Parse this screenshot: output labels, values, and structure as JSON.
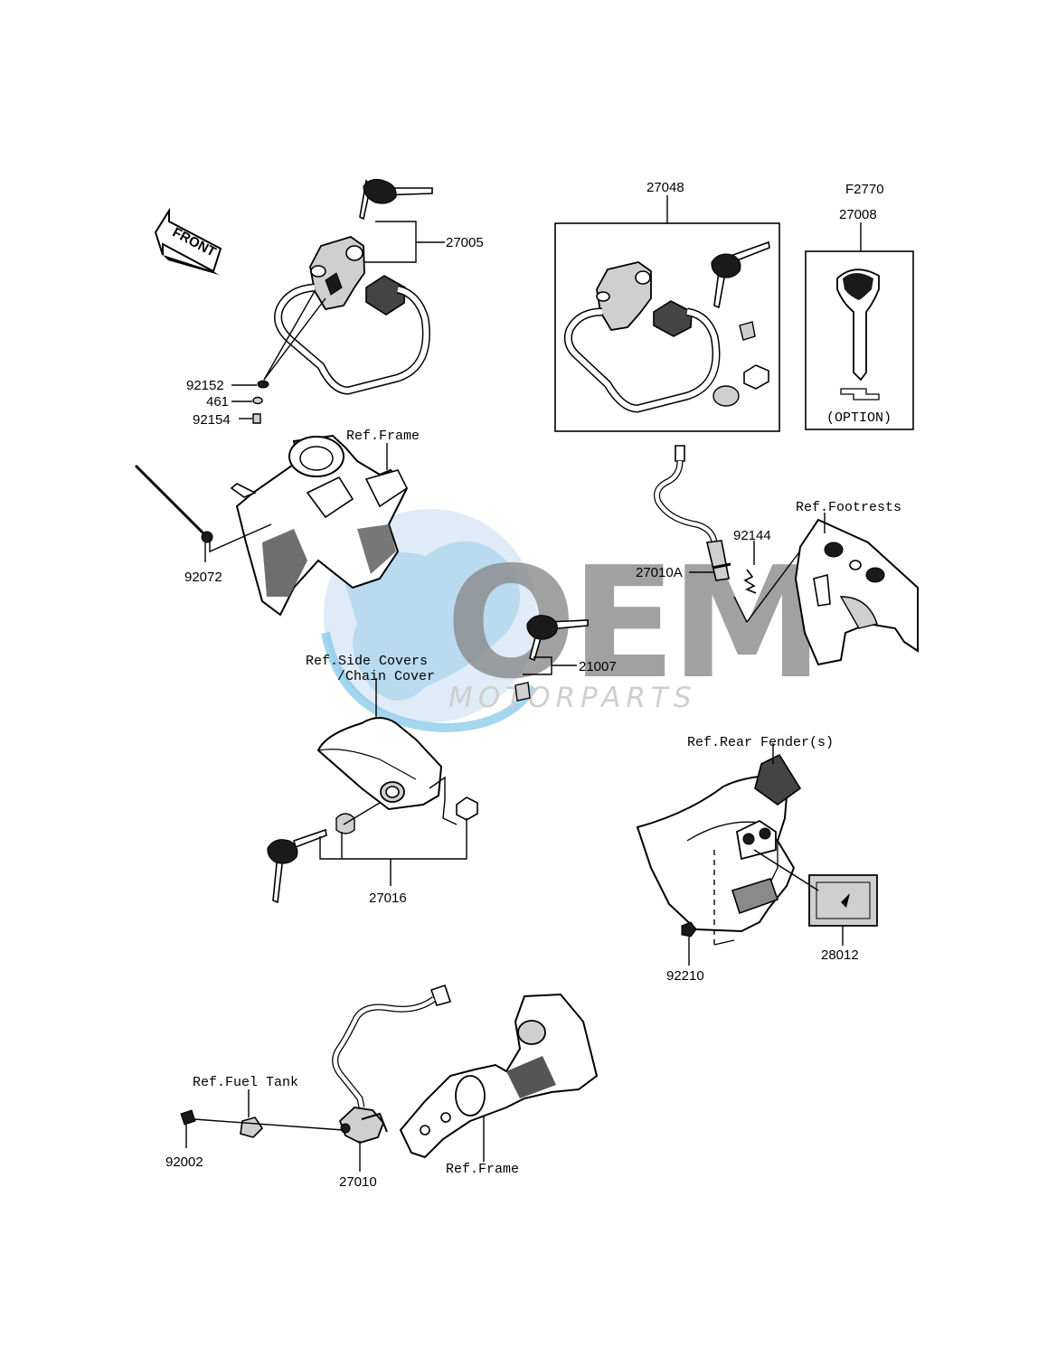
{
  "watermark": {
    "brand": "OEM",
    "subtitle": "MOTORPARTS",
    "colors": {
      "globe": "#cfe0f1",
      "globe_land": "#b6d8ee",
      "text_dark": "#8a8a8a",
      "text_light": "#d8d8d8"
    }
  },
  "direction_arrow": {
    "label": "FRONT"
  },
  "parts": [
    {
      "id": "p27005",
      "number": "27005"
    },
    {
      "id": "p92152",
      "number": "92152"
    },
    {
      "id": "p461",
      "number": "461"
    },
    {
      "id": "p92154",
      "number": "92154"
    },
    {
      "id": "p27048",
      "number": "27048"
    },
    {
      "id": "p27008",
      "number": "27008",
      "code": "F2770",
      "note": "(OPTION)"
    },
    {
      "id": "p92072",
      "number": "92072"
    },
    {
      "id": "p27010A",
      "number": "27010A"
    },
    {
      "id": "p92144",
      "number": "92144"
    },
    {
      "id": "p21007",
      "number": "21007"
    },
    {
      "id": "p27016",
      "number": "27016"
    },
    {
      "id": "p28012",
      "number": "28012"
    },
    {
      "id": "p92210",
      "number": "92210"
    },
    {
      "id": "p92002",
      "number": "92002"
    },
    {
      "id": "p27010",
      "number": "27010"
    }
  ],
  "references": {
    "frame_top": "Ref.Frame",
    "footrests": "Ref.Footrests",
    "side_covers_line1": "Ref.Side Covers",
    "side_covers_line2": "/Chain Cover",
    "rear_fender": "Ref.Rear Fender(s)",
    "fuel_tank": "Ref.Fuel Tank",
    "frame_bottom": "Ref.Frame"
  }
}
